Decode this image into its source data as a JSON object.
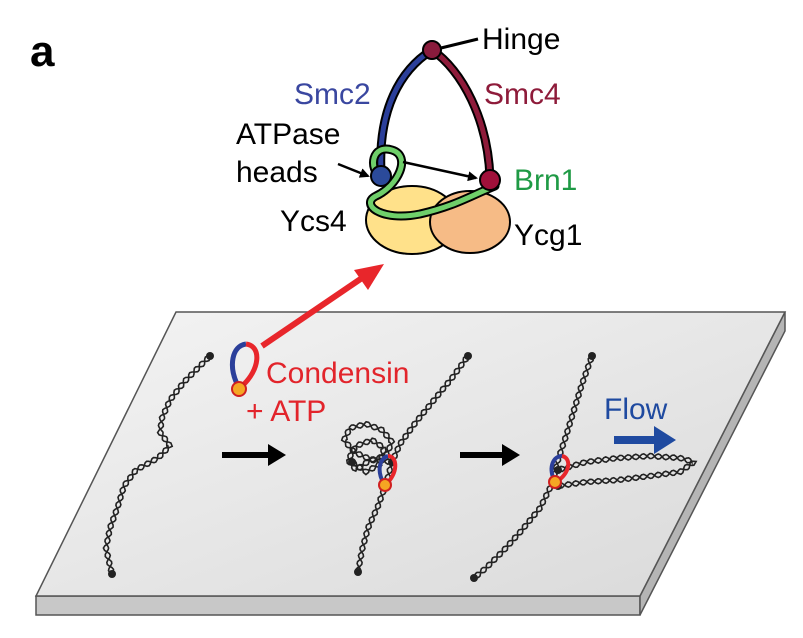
{
  "panel_label": "a",
  "labels": {
    "hinge": "Hinge",
    "smc2": "Smc2",
    "smc4": "Smc4",
    "atpase_line1": "ATPase",
    "atpase_line2": "heads",
    "brn1": "Brn1",
    "ycs4": "Ycs4",
    "ycg1": "Ycg1",
    "condensin_line1": "Condensin",
    "condensin_line2": "+ ATP",
    "flow": "Flow"
  },
  "colors": {
    "smc2": "#2b3f9a",
    "smc4": "#8e1b3a",
    "brn1": "#1f9a45",
    "condensin_text": "#e2242b",
    "flow": "#1f4aa0",
    "ycs4": "#ffe18a",
    "ycg1": "#f6bb86",
    "pointer_arrow": "#e8262b",
    "hinge_ball": "#8a1b3c",
    "head_smc2": "#2b4a9a",
    "head_smc4": "#a0103a",
    "dna": "#222222",
    "slide": "#e6e6e6"
  }
}
